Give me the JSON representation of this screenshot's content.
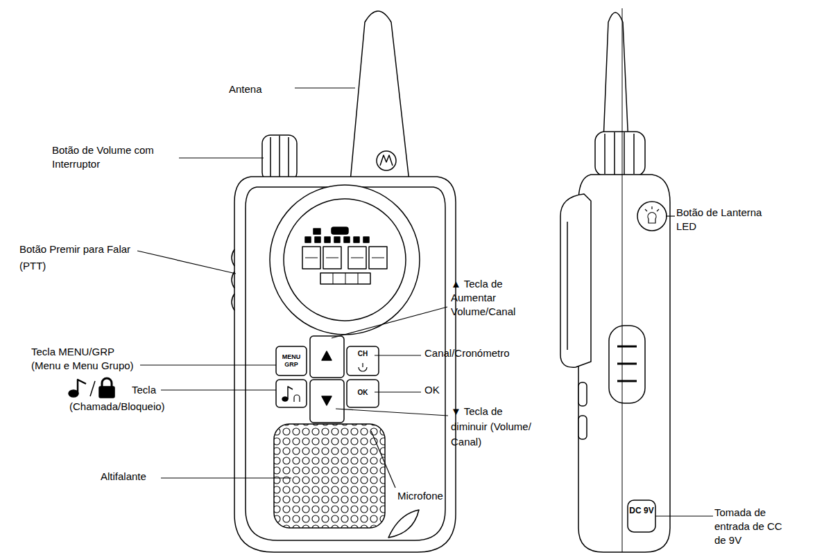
{
  "diagram": {
    "labels": [
      "Antena",
      "Botão de Volume com Interruptor",
      "Botão Premir para Falar (PTT)",
      "Tecla MENU/GRP (Menu e Menu Grupo)",
      "Tecla (Chamada/Bloqueio)",
      "▲ Tecla de Aumentar Volume/Canal",
      "Canal/Cronómetro",
      "OK",
      "▼ Tecla de diminuir (Volume/ Canal)",
      "Altifalante",
      "Microfone",
      "Botão de Lanterna LED",
      "Tomada de entrada de CC de 9V",
      "MENU GRP",
      "CH",
      "OK",
      "DC 9V"
    ]
  }
}
